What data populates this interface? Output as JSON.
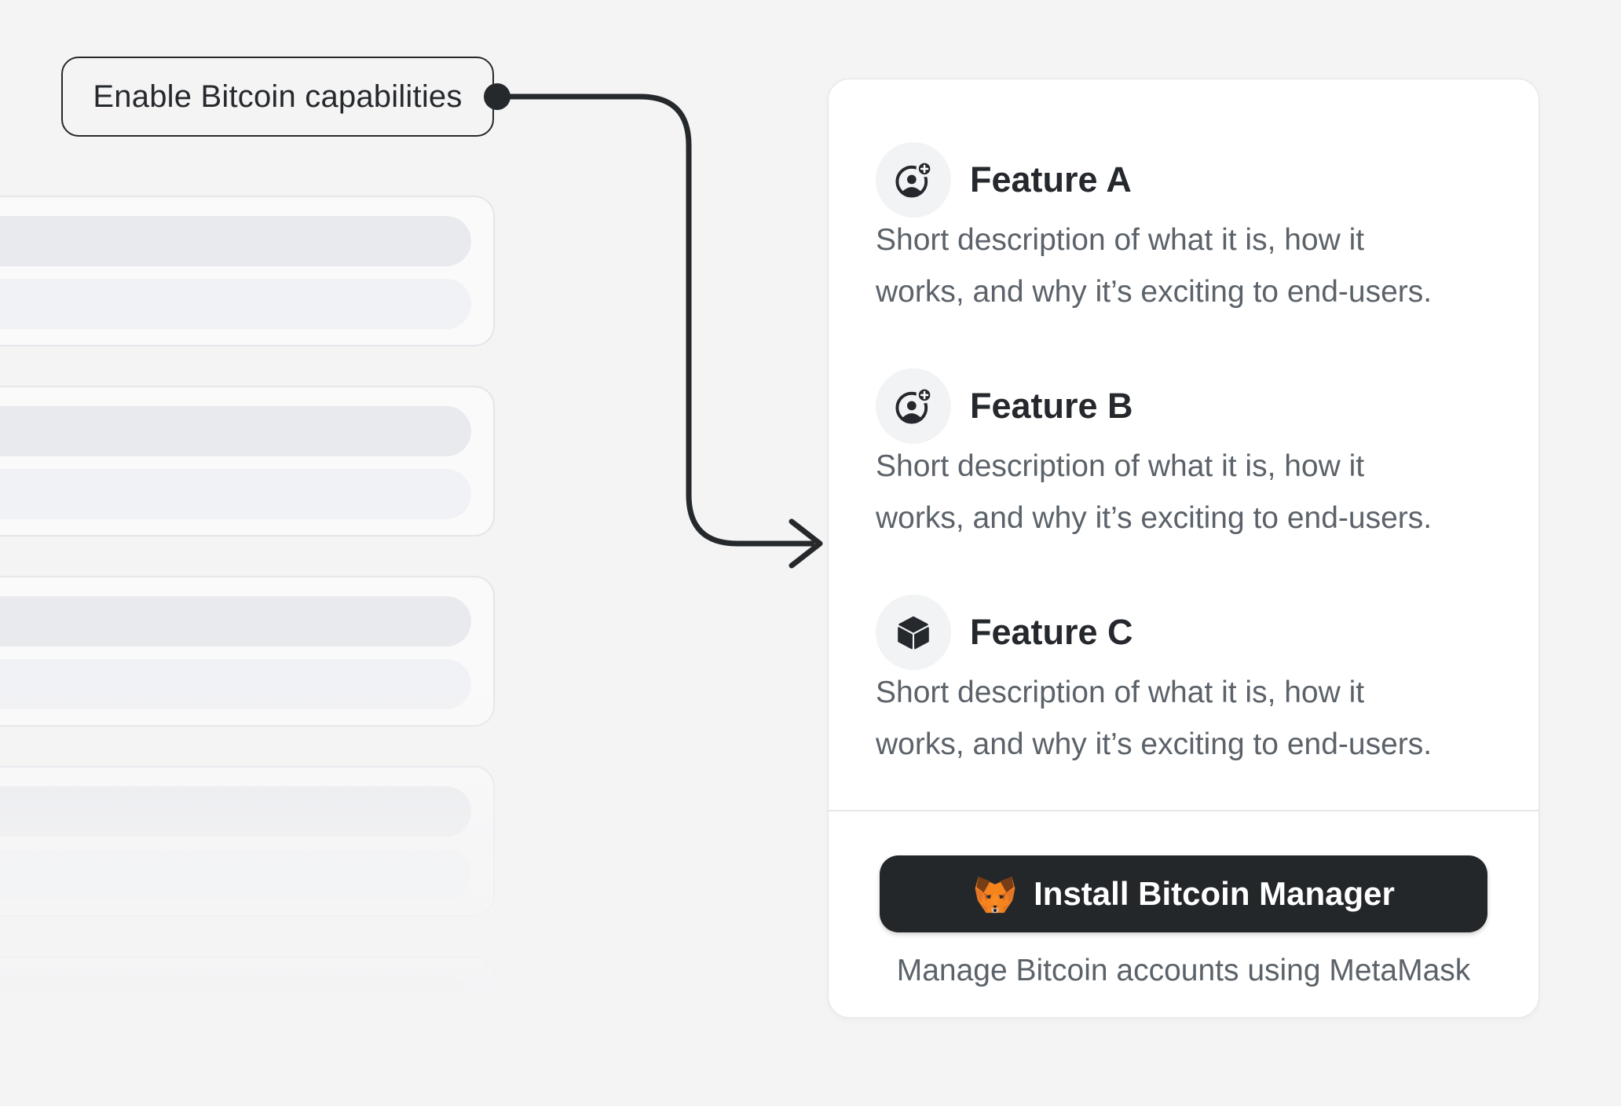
{
  "callout": {
    "label": "Enable Bitcoin capabilities"
  },
  "features": [
    {
      "title": "Feature A",
      "icon": "user-add-icon",
      "description_line1": "Short description of what it is, how it",
      "description_line2": "works, and why it’s exciting to end-users."
    },
    {
      "title": "Feature B",
      "icon": "user-add-icon",
      "description_line1": "Short description of what it is, how it",
      "description_line2": "works, and why it’s exciting to end-users."
    },
    {
      "title": "Feature C",
      "icon": "cube-icon",
      "description_line1": "Short description of what it is, how it",
      "description_line2": "works, and why it’s exciting to end-users."
    }
  ],
  "footer": {
    "install_button_label": "Install Bitcoin Manager",
    "install_button_icon": "metamask-fox-icon",
    "caption": "Manage Bitcoin accounts using MetaMask"
  },
  "colors": {
    "background": "#f4f4f5",
    "card_background": "#ffffff",
    "ink_dark": "#26292c",
    "text_secondary": "#5b6269",
    "button_background": "#24272a",
    "metamask_orange": "#f5841f"
  }
}
